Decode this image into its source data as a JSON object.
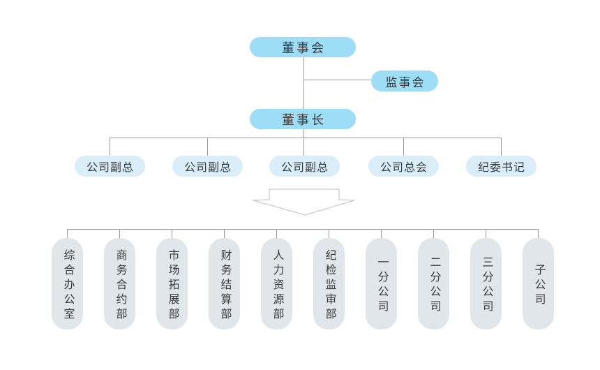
{
  "org_chart": {
    "board": "董事会",
    "supervisory_board": "监事会",
    "chairman": "董事长",
    "executives": [
      "公司副总",
      "公司副总",
      "公司副总",
      "公司总会",
      "纪委书记"
    ],
    "departments": [
      "综合办公室",
      "商务合约部",
      "市场拓展部",
      "财务结算部",
      "人力资源部",
      "纪检监审部",
      "一分公司",
      "二分公司",
      "三分公司",
      "子公司"
    ]
  },
  "colors": {
    "primary_node": "#9eddf6",
    "secondary_node": "#d9eef8",
    "department_node": "#e0e6ea",
    "connector": "#9a9a9a",
    "arrow_outline": "#c9cccd",
    "text": "#3b3b3b"
  }
}
